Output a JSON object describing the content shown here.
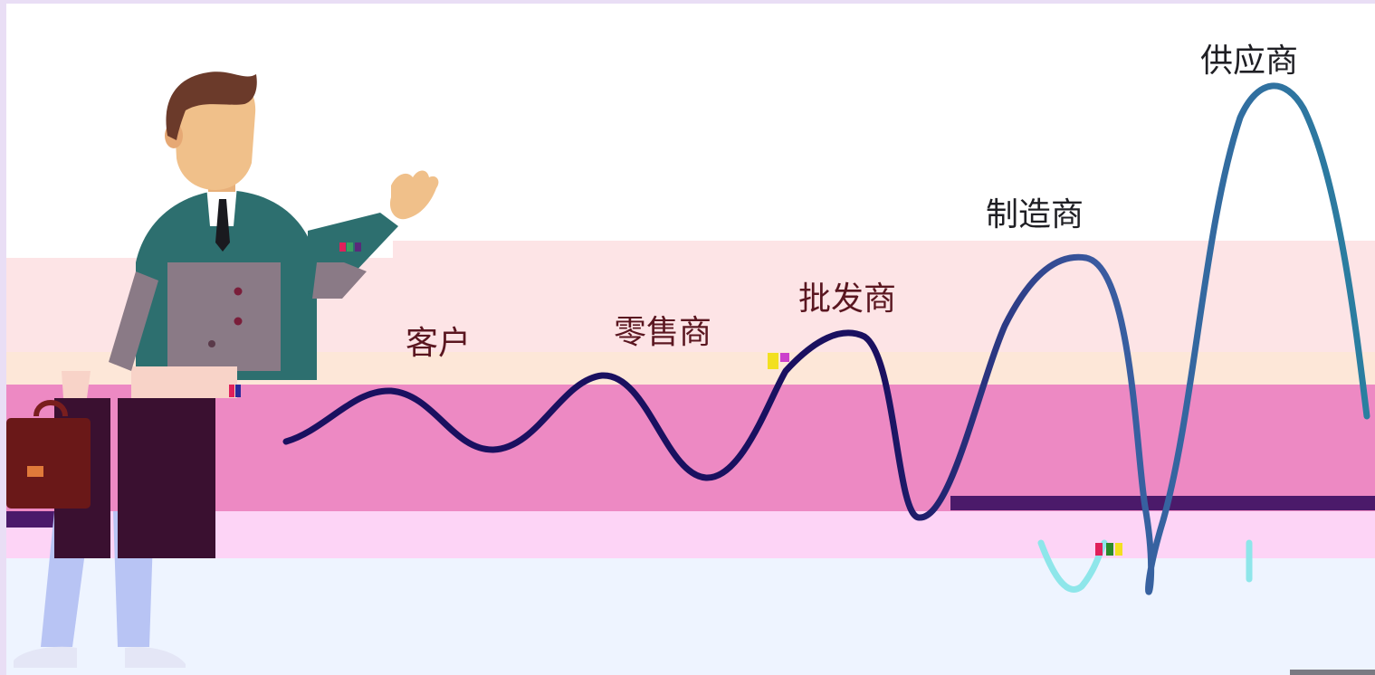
{
  "labels": {
    "customer": "客户",
    "retailer": "零售商",
    "wholesaler": "批发商",
    "manufacturer": "制造商",
    "supplier": "供应商"
  },
  "icons": {
    "person": "businessman-illustration-icon",
    "briefcase": "briefcase-icon"
  },
  "colors": {
    "wave_dark": "#1a1060",
    "wave_teal": "#2a7fa0",
    "suit": "#2d6f6f",
    "pants": "#3a1030",
    "skin": "#f0c08a",
    "hair": "#6b3a2a",
    "briefcase": "#7a1e1e"
  }
}
